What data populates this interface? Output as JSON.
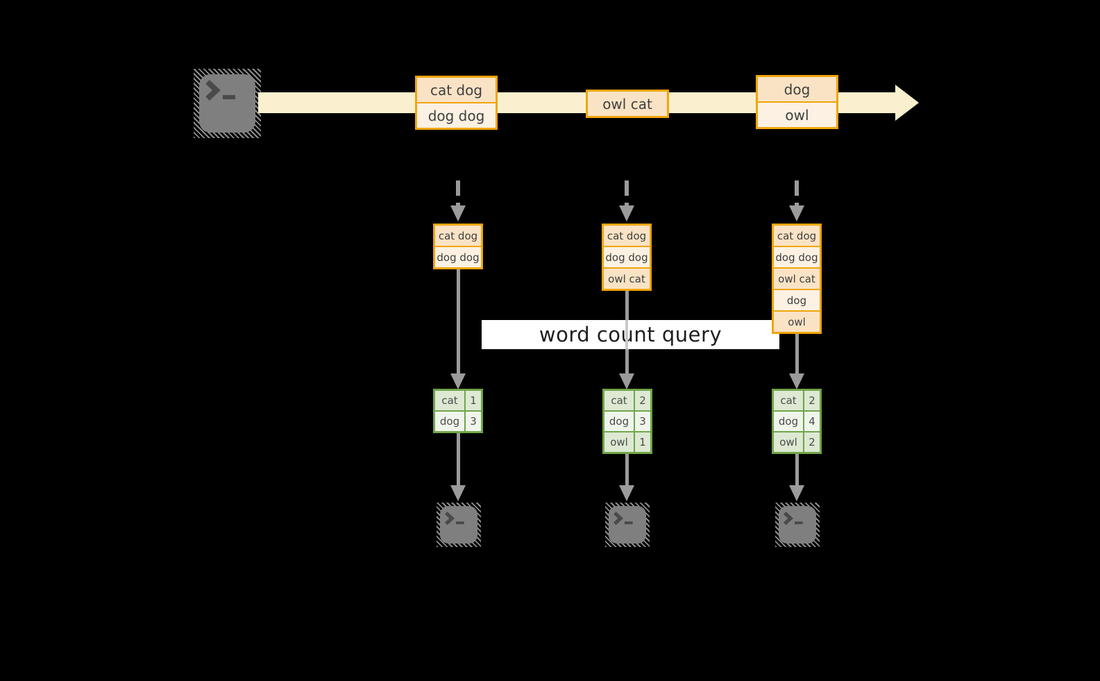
{
  "theme": {
    "bg": "#000000",
    "stream-fill": "#FAF0CF",
    "orange-border": "#F0A50A",
    "row-peach": "#FAE3C5",
    "row-cream": "#FCF1E2",
    "green-border": "#6FA549",
    "cell-green": "#DDE9D2",
    "cell-green-light": "#EFF5EB",
    "arrow-gray": "#9B9B9B",
    "terminal-gray": "#7F7F7F",
    "banner-bg": "#FFFFFF",
    "banner-text": "#1E1E1E"
  },
  "stream": {
    "events": [
      {
        "lines": [
          "cat dog",
          "dog dog"
        ]
      },
      {
        "lines": [
          "owl cat"
        ]
      },
      {
        "lines": [
          "dog",
          "owl"
        ]
      }
    ]
  },
  "query": {
    "label": "word count query"
  },
  "columns": [
    {
      "buffer": [
        "cat dog",
        "dog dog"
      ],
      "counts": [
        {
          "word": "cat",
          "count": "1"
        },
        {
          "word": "dog",
          "count": "3"
        }
      ]
    },
    {
      "buffer": [
        "cat dog",
        "dog dog",
        "owl cat"
      ],
      "counts": [
        {
          "word": "cat",
          "count": "2"
        },
        {
          "word": "dog",
          "count": "3"
        },
        {
          "word": "owl",
          "count": "1"
        }
      ]
    },
    {
      "buffer": [
        "cat dog",
        "dog dog",
        "owl cat",
        "dog",
        "owl"
      ],
      "counts": [
        {
          "word": "cat",
          "count": "2"
        },
        {
          "word": "dog",
          "count": "4"
        },
        {
          "word": "owl",
          "count": "2"
        }
      ]
    }
  ],
  "icons": {
    "source": "terminal-icon",
    "sinks": [
      "terminal-icon",
      "terminal-icon",
      "terminal-icon"
    ]
  }
}
